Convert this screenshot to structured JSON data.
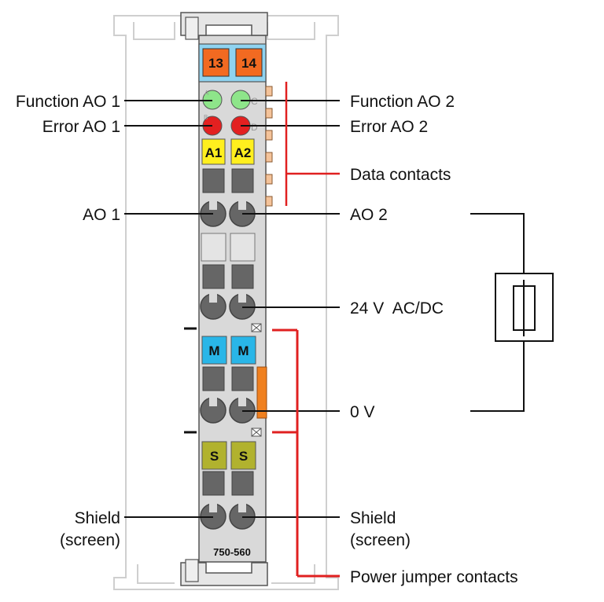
{
  "module": {
    "model": "750-560",
    "connector_numbers": [
      "13",
      "14"
    ],
    "channel_keys": [
      "A1",
      "A2"
    ],
    "m_keys": [
      "M",
      "M"
    ],
    "s_keys": [
      "S",
      "S"
    ],
    "led_letters": {
      "a": "A",
      "b": "B",
      "c": "C",
      "d": "D"
    }
  },
  "labels": {
    "function_ao1": "Function AO 1",
    "function_ao2": "Function AO 2",
    "error_ao1": "Error AO 1",
    "error_ao2": "Error AO 2",
    "data_contacts": "Data contacts",
    "ao1": "AO 1",
    "ao2": "AO 2",
    "supply": "24 V  AC/DC",
    "zero_v": "0 V",
    "shield_left_1": "Shield",
    "shield_left_2": "(screen)",
    "shield_right_1": "Shield",
    "shield_right_2": "(screen)",
    "power_jumper": "Power jumper contacts"
  },
  "colors": {
    "terminal_orange": "#f26a21",
    "connector_blue": "#8fd3f0",
    "led_green": "#8ee58a",
    "led_red": "#e32020",
    "key_yellow": "#ffef1e",
    "key_blue": "#29b6e8",
    "key_olive": "#b1b22e",
    "bracket_red": "#e02020",
    "jumper_orange": "#f0801f",
    "body_gray": "#d9d9d9"
  },
  "icons": [
    "resistor-symbol-icon",
    "spring-clamp-icon"
  ]
}
